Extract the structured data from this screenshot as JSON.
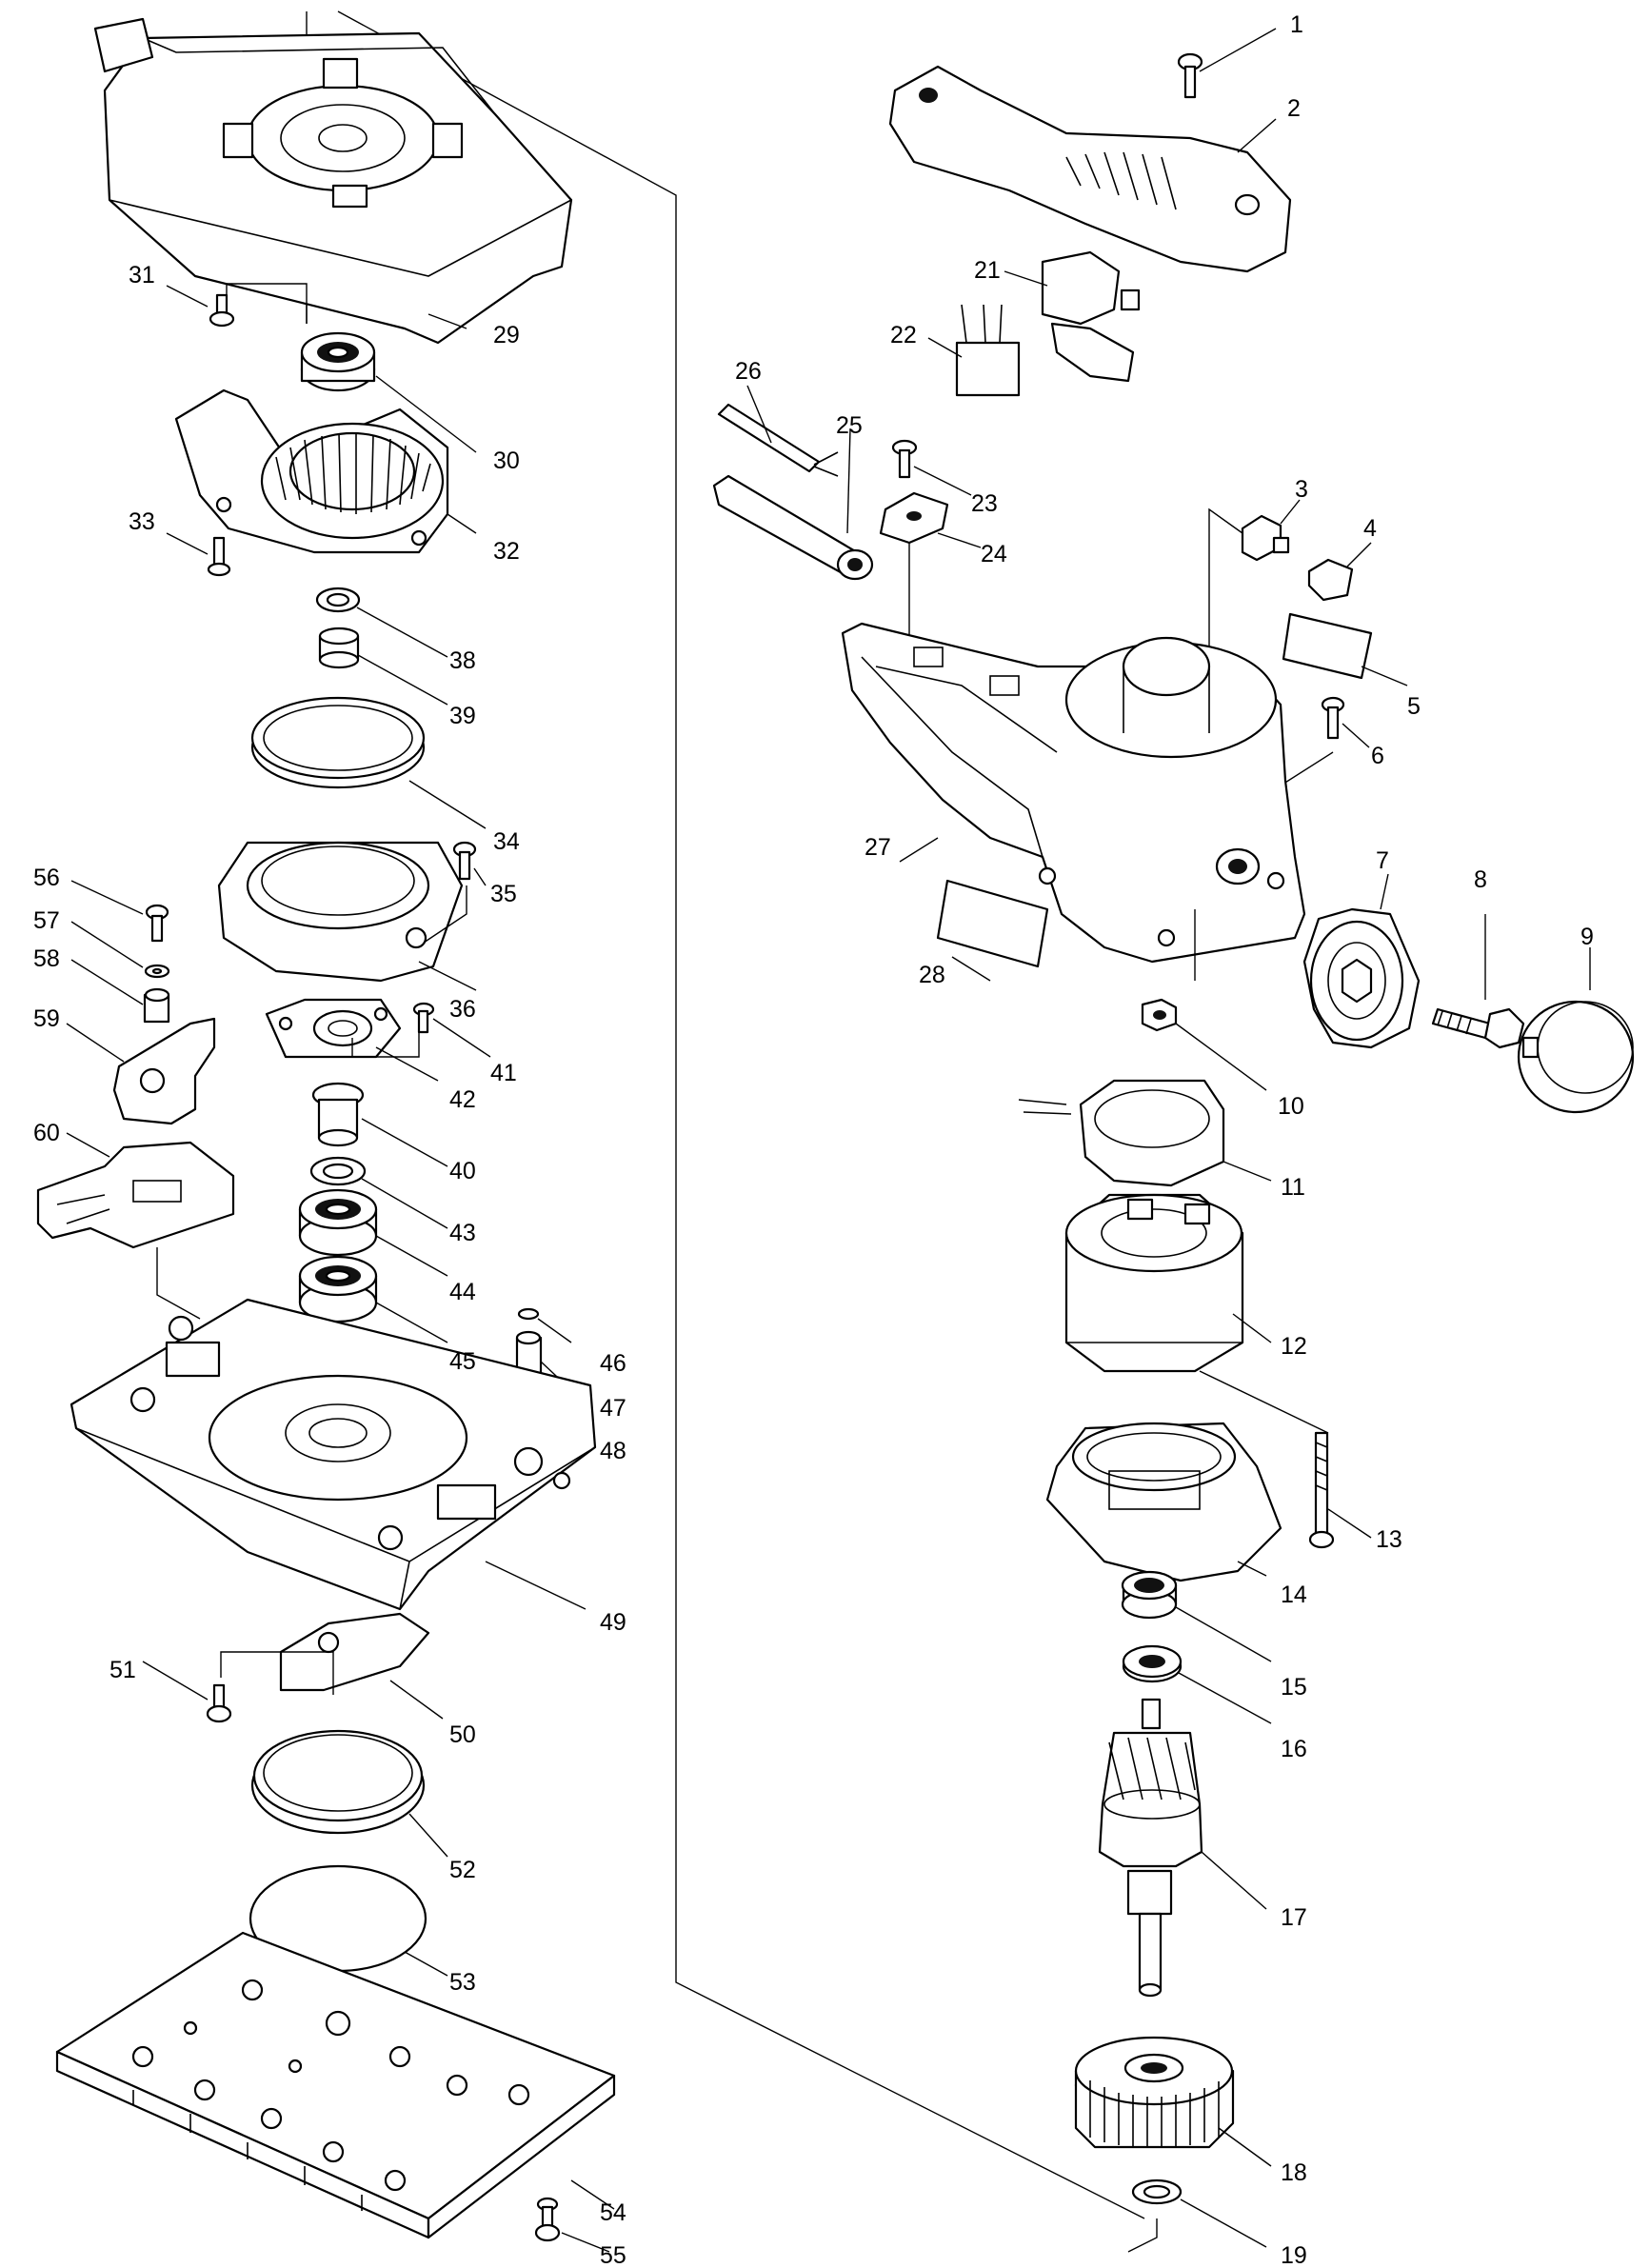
{
  "callouts": [
    "1",
    "2",
    "3",
    "4",
    "5",
    "6",
    "7",
    "8",
    "9",
    "10",
    "11",
    "12",
    "13",
    "14",
    "15",
    "16",
    "17",
    "18",
    "19",
    "21",
    "22",
    "23",
    "24",
    "25",
    "26",
    "27",
    "28",
    "29",
    "30",
    "31",
    "32",
    "33",
    "34",
    "35",
    "36",
    "38",
    "39",
    "40",
    "41",
    "42",
    "43",
    "44",
    "45",
    "46",
    "47",
    "48",
    "49",
    "50",
    "51",
    "52",
    "53",
    "54",
    "55",
    "56",
    "57",
    "58",
    "59",
    "60"
  ],
  "colors": {
    "ink": "#000000",
    "paper": "#ffffff"
  }
}
